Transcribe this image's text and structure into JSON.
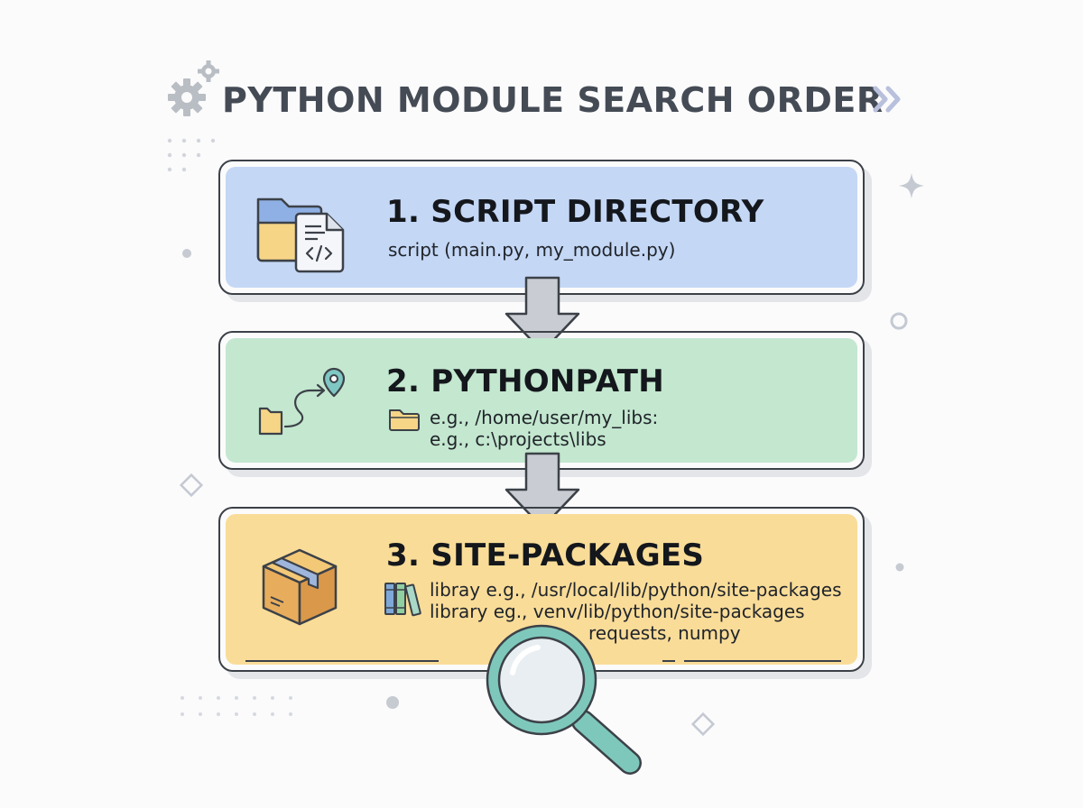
{
  "title": "PYTHON MODULE SEARCH ORDER",
  "steps": [
    {
      "title": "1. SCRIPT DIRECTORY",
      "lines": [
        "script (main.py, my_module.py)"
      ],
      "icon": "folder-code-file-icon",
      "color": "#c4d7f5"
    },
    {
      "title": "2. PYTHONPATH",
      "lines": [
        "e.g., /home/user/my_libs:",
        "e.g., c:\\projects\\libs"
      ],
      "icon": "path-route-icon",
      "color": "#c3e7cf"
    },
    {
      "title": "3. SITE-PACKAGES",
      "lines": [
        "libray e.g., /usr/local/lib/python/site-packages",
        "library eg., venv/lib/python/site-packages",
        "requests, numpy"
      ],
      "icon": "package-box-icon",
      "color": "#f9dc98"
    }
  ]
}
